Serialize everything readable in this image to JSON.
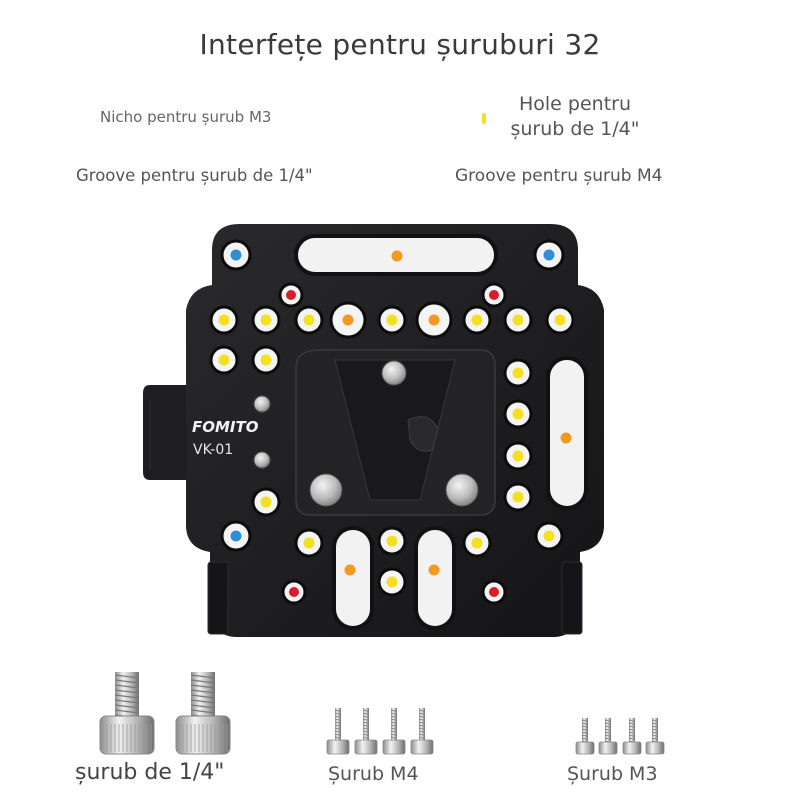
{
  "title": "Interfețe pentru șuruburi 32",
  "labels": {
    "m3_niche": "Nicho pentru șurub M3",
    "quarter_hole": "Hole pentru șurub de 1/4\"",
    "quarter_groove": "Groove pentru șurub de 1/4\"",
    "m4_groove": "Groove pentru șurub M4"
  },
  "plate": {
    "brand": "FOMITO",
    "model": "VK-01"
  },
  "marker_colors": {
    "quarter_hole": "#f5e020",
    "quarter_groove": "#f39a1e",
    "m3_niche": "#2e8fd8",
    "m4_groove": "#d81e2a",
    "plate": "#1b1b1d"
  },
  "captions": {
    "quarter_screw": "șurub de 1/4\"",
    "m4_screw": "Șurub M4",
    "m3_screw": "Șurub M3"
  }
}
